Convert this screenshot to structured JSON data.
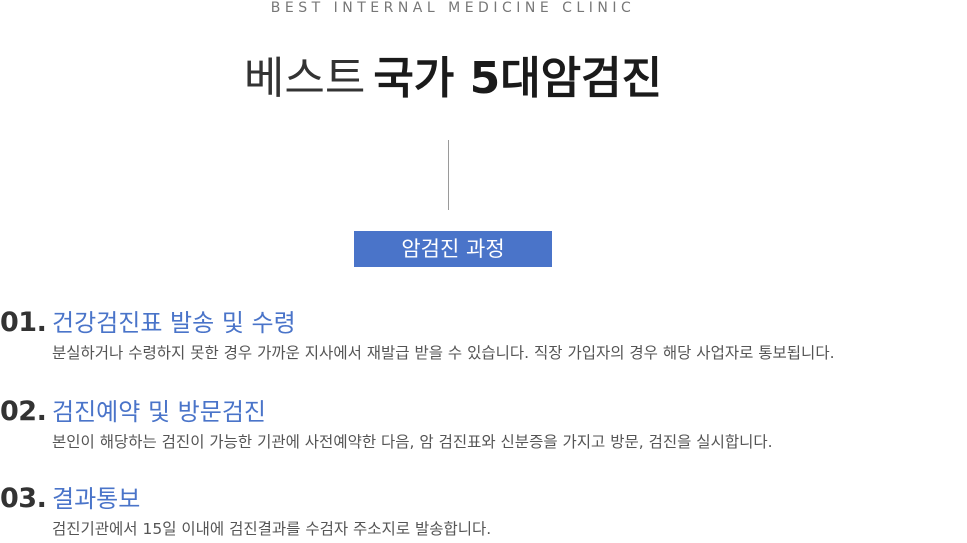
{
  "header": {
    "eyebrow": "BEST INTERNAL MEDICINE CLINIC",
    "title_light": "베스트",
    "title_bold": "국가 5대암검진"
  },
  "badge": {
    "label": "암검진 과정"
  },
  "steps": [
    {
      "number": "01.",
      "title": "건강검진표 발송 및 수령",
      "description": "분실하거나 수령하지 못한 경우 가까운 지사에서 재발급 받을 수 있습니다. 직장 가입자의 경우 해당 사업자로 통보됩니다."
    },
    {
      "number": "02.",
      "title": "검진예약 및 방문검진",
      "description": "본인이 해당하는 검진이 가능한 기관에 사전예약한 다음, 암 검진표와 신분증을 가지고 방문, 검진을 실시합니다."
    },
    {
      "number": "03.",
      "title": "결과통보",
      "description": "검진기관에서 15일 이내에 검진결과를 수검자 주소지로 발송합니다."
    }
  ],
  "colors": {
    "accent": "#4a74c9",
    "text": "#333333",
    "muted": "#555555"
  }
}
